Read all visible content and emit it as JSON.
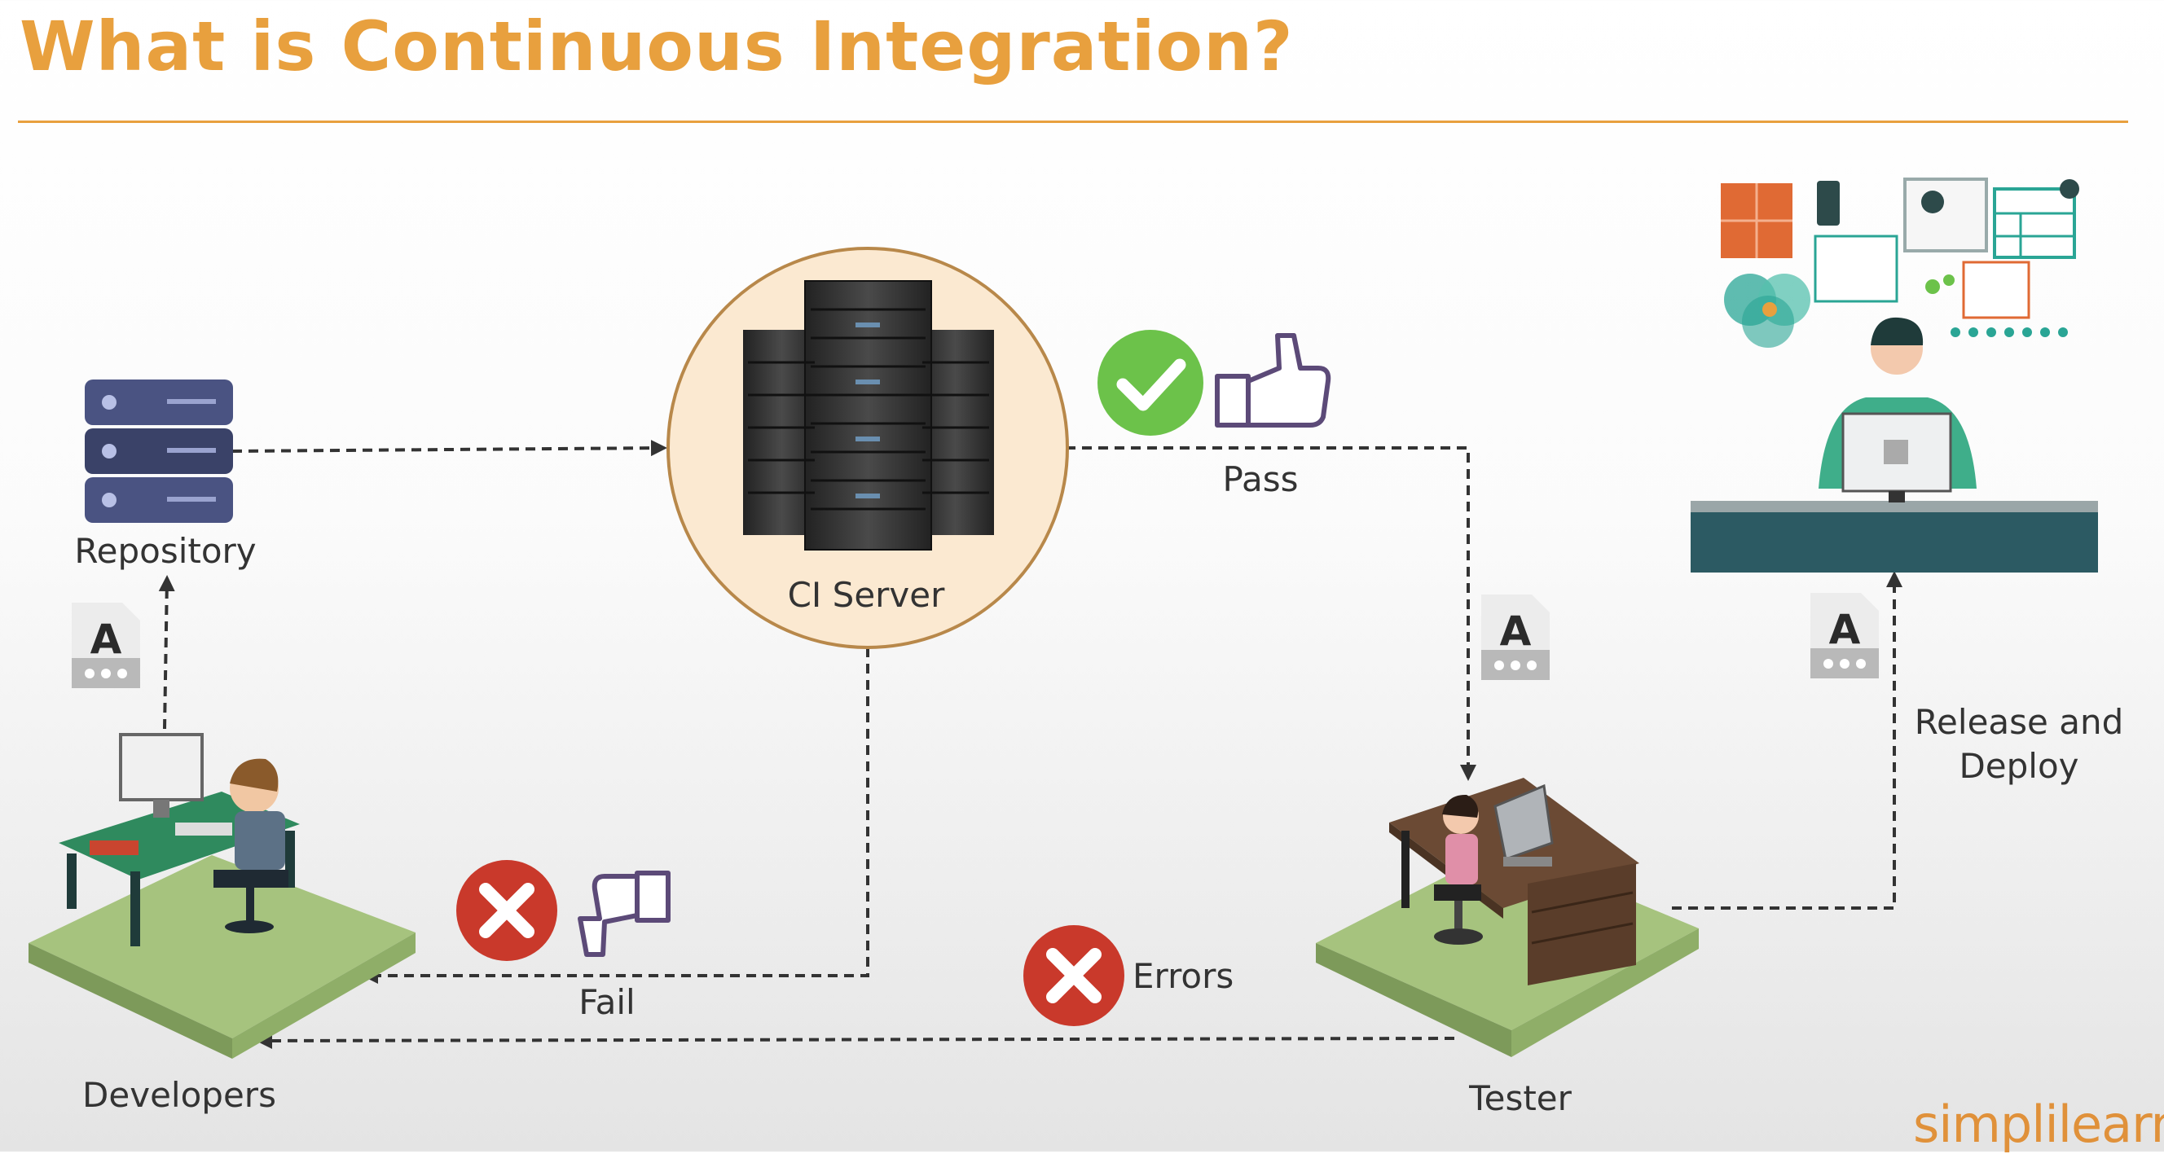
{
  "slide": {
    "title": "What is Continuous Integration?",
    "brand": "simplilearn",
    "accent_color": "#e8a03e"
  },
  "nodes": {
    "repository": "Repository",
    "ci_server": "CI Server",
    "developers": "Developers",
    "tester": "Tester"
  },
  "flows": {
    "pass": "Pass",
    "fail": "Fail",
    "errors": "Errors",
    "release_line1": "Release and",
    "release_line2": "Deploy"
  },
  "artifact_letter": "A",
  "icons": {
    "server_rack": "server-rack-icon",
    "repository": "database-stack-icon",
    "pass_status": "check-circle-icon",
    "pass_gesture": "thumbs-up-icon",
    "fail_status": "x-circle-icon",
    "fail_gesture": "thumbs-down-icon",
    "artifact": "document-file-icon"
  },
  "colors": {
    "pass": "#6cc24a",
    "fail": "#c9392b",
    "ci_circle_fill": "#fbe9d1",
    "ci_circle_stroke": "#b8884a",
    "repository": "#4a5382",
    "platform": "#a6c37e"
  }
}
